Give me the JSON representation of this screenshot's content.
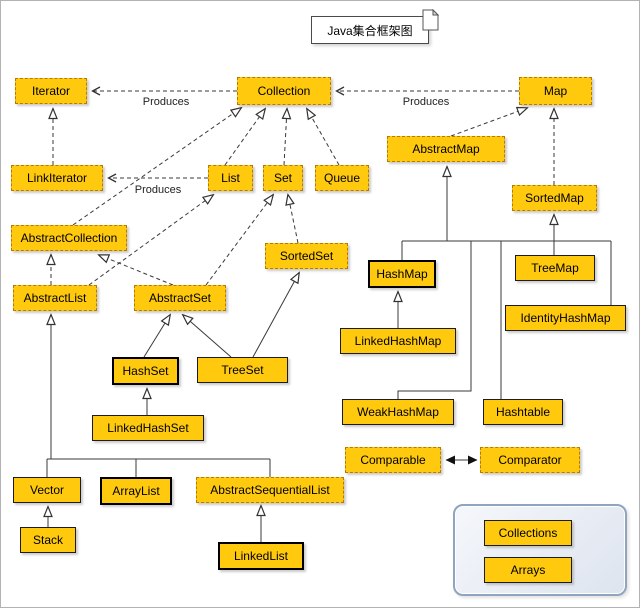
{
  "title": "Java集合框架图",
  "produces_labels": [
    "Produces",
    "Produces",
    "Produces"
  ],
  "colors": {
    "box_fill": "#FFC90E",
    "dashed_border": "#B97A00",
    "solid_border": "#1C1C1C",
    "panel_border": "#8EA4BF",
    "background": "#FFFFFF"
  },
  "nodes": [
    {
      "id": "iterator",
      "label": "Iterator"
    },
    {
      "id": "collection",
      "label": "Collection"
    },
    {
      "id": "map",
      "label": "Map"
    },
    {
      "id": "link-iterator",
      "label": "LinkIterator"
    },
    {
      "id": "list",
      "label": "List"
    },
    {
      "id": "set",
      "label": "Set"
    },
    {
      "id": "queue",
      "label": "Queue"
    },
    {
      "id": "abstract-map",
      "label": "AbstractMap"
    },
    {
      "id": "sorted-map",
      "label": "SortedMap"
    },
    {
      "id": "abstract-collection",
      "label": "AbstractCollection"
    },
    {
      "id": "sorted-set",
      "label": "SortedSet"
    },
    {
      "id": "hash-map",
      "label": "HashMap"
    },
    {
      "id": "tree-map",
      "label": "TreeMap"
    },
    {
      "id": "abstract-list",
      "label": "AbstractList"
    },
    {
      "id": "abstract-set",
      "label": "AbstractSet"
    },
    {
      "id": "identity-hash-map",
      "label": "IdentityHashMap"
    },
    {
      "id": "linked-hash-map",
      "label": "LinkedHashMap"
    },
    {
      "id": "hash-set",
      "label": "HashSet"
    },
    {
      "id": "tree-set",
      "label": "TreeSet"
    },
    {
      "id": "weak-hash-map",
      "label": "WeakHashMap"
    },
    {
      "id": "hashtable",
      "label": "Hashtable"
    },
    {
      "id": "linked-hash-set",
      "label": "LinkedHashSet"
    },
    {
      "id": "comparable",
      "label": "Comparable"
    },
    {
      "id": "comparator",
      "label": "Comparator"
    },
    {
      "id": "vector",
      "label": "Vector"
    },
    {
      "id": "array-list",
      "label": "ArrayList"
    },
    {
      "id": "abstract-sequential-list",
      "label": "AbstractSequentialList"
    },
    {
      "id": "stack",
      "label": "Stack"
    },
    {
      "id": "linked-list",
      "label": "LinkedList"
    },
    {
      "id": "collections",
      "label": "Collections"
    },
    {
      "id": "arrays",
      "label": "Arrays"
    }
  ]
}
